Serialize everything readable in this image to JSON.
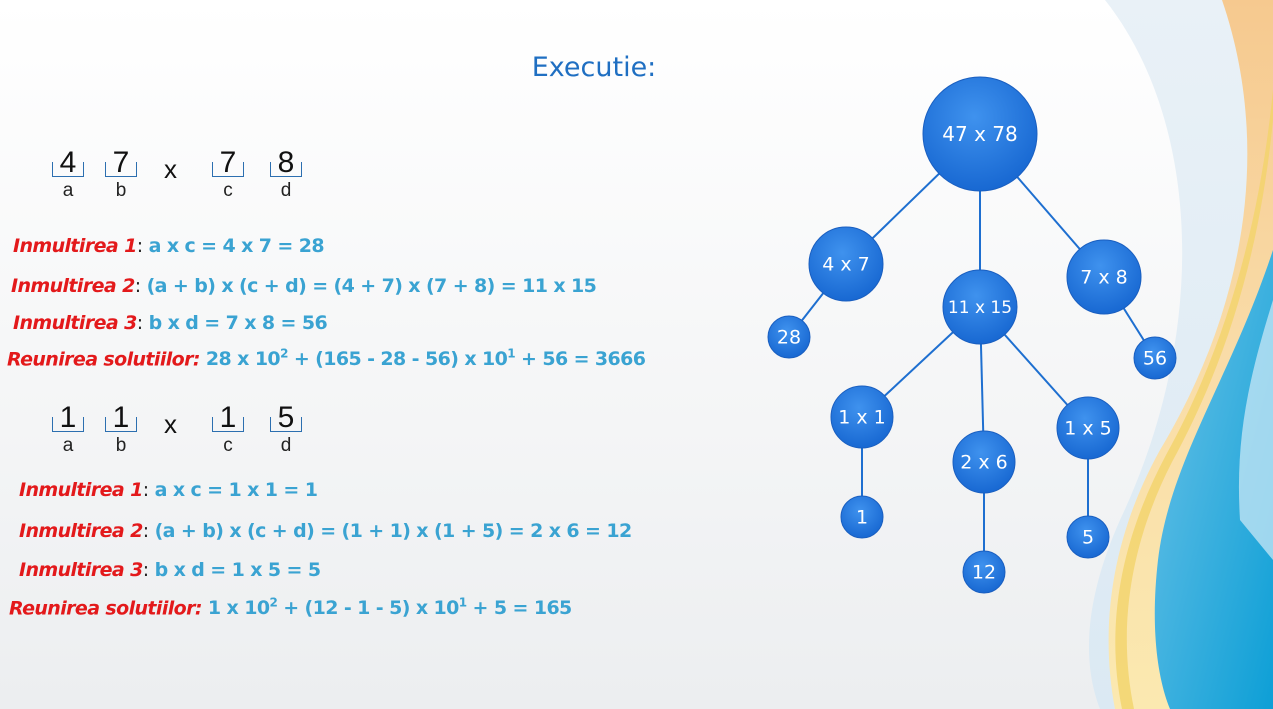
{
  "title": "Executie:",
  "examples": [
    {
      "digits": [
        {
          "digit": "4",
          "var": "a"
        },
        {
          "digit": "7",
          "var": "b"
        },
        {
          "digit": "7",
          "var": "c"
        },
        {
          "digit": "8",
          "var": "d"
        }
      ],
      "operator": "x",
      "lines": [
        {
          "label": "Inmultirea 1",
          "sep": ":",
          "expr": " a x c = 4 x 7 = 28"
        },
        {
          "label": "Inmultirea 2",
          "sep": ":",
          "expr": " (a + b) x (c + d) = (4 + 7)  x (7 + 8) = 11 x 15"
        },
        {
          "label": "Inmultirea 3",
          "sep": ":",
          "expr": " b x d = 7 x 8 = 56"
        },
        {
          "label": "Reunirea solutiilor:",
          "sep": "",
          "expr_parts": [
            " 28 x 10",
            "2",
            " + (165 - 28 - 56) x 10",
            "1",
            " + 56 = 3666"
          ]
        }
      ]
    },
    {
      "digits": [
        {
          "digit": "1",
          "var": "a"
        },
        {
          "digit": "1",
          "var": "b"
        },
        {
          "digit": "1",
          "var": "c"
        },
        {
          "digit": "5",
          "var": "d"
        }
      ],
      "operator": "x",
      "lines": [
        {
          "label": "Inmultirea 1",
          "sep": ":",
          "expr": " a x c = 1 x 1 = 1"
        },
        {
          "label": "Inmultirea 2",
          "sep": ":",
          "expr": " (a + b) x (c + d) = (1 + 1)  x (1 + 5) = 2 x 6 = 12"
        },
        {
          "label": "Inmultirea 3",
          "sep": ":",
          "expr": " b x d = 1 x 5 = 5"
        },
        {
          "label": "Reunirea solutiilor:",
          "sep": "",
          "expr_parts": [
            " 1 x 10",
            "2",
            " + (12 - 1 - 5) x 10",
            "1",
            " + 5 = 165"
          ]
        }
      ]
    }
  ],
  "tree": {
    "node_color": "#2a7de1",
    "nodes": [
      {
        "id": "root",
        "label": "47 x 78"
      },
      {
        "id": "n4x7",
        "label": "4 x 7"
      },
      {
        "id": "n11x15",
        "label": "11 x 15"
      },
      {
        "id": "n7x8",
        "label": "7 x 8"
      },
      {
        "id": "n28",
        "label": "28"
      },
      {
        "id": "n56",
        "label": "56"
      },
      {
        "id": "n1x1",
        "label": "1 x 1"
      },
      {
        "id": "n2x6",
        "label": "2 x 6"
      },
      {
        "id": "n1x5",
        "label": "1 x 5"
      },
      {
        "id": "n1",
        "label": "1"
      },
      {
        "id": "n12",
        "label": "12"
      },
      {
        "id": "n5",
        "label": "5"
      }
    ],
    "edges": [
      [
        "root",
        "n4x7"
      ],
      [
        "root",
        "n11x15"
      ],
      [
        "root",
        "n7x8"
      ],
      [
        "n4x7",
        "n28"
      ],
      [
        "n7x8",
        "n56"
      ],
      [
        "n11x15",
        "n1x1"
      ],
      [
        "n11x15",
        "n2x6"
      ],
      [
        "n11x15",
        "n1x5"
      ],
      [
        "n1x1",
        "n1"
      ],
      [
        "n2x6",
        "n12"
      ],
      [
        "n1x5",
        "n5"
      ]
    ]
  }
}
